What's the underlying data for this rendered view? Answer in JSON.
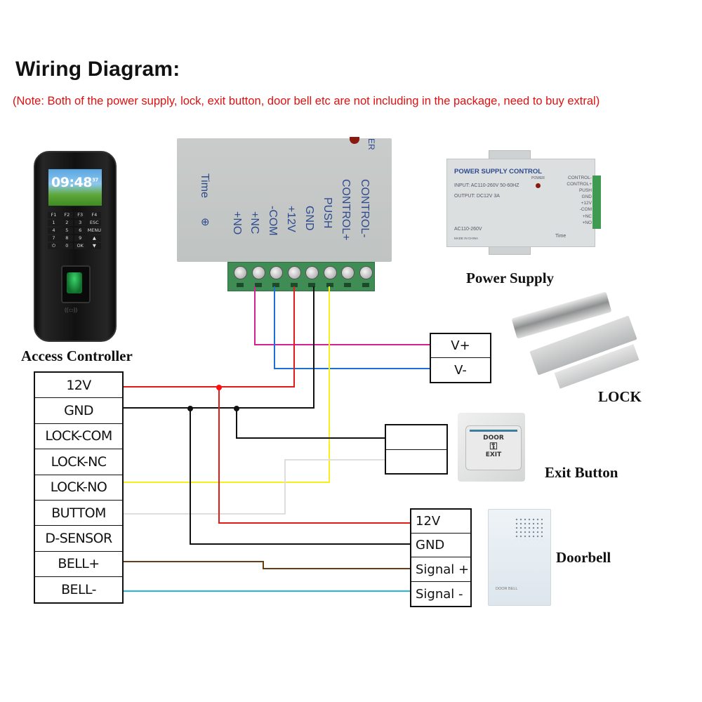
{
  "header": {
    "title": "Wiring Diagram:",
    "note": "(Note: Both of the power supply, lock, exit button, door bell etc are not including in the package, need to buy extral)"
  },
  "colors": {
    "note_text": "#e01010",
    "wire_red": "#e21a1a",
    "wire_black": "#111111",
    "wire_yellow": "#f5f01e",
    "wire_magenta": "#d3218f",
    "wire_blue": "#1c6fd6",
    "wire_light_gray": "#dedede",
    "wire_brown": "#6b3d12",
    "wire_cyan": "#25b9e0",
    "relay_label_text": "#2e4a8f"
  },
  "access_controller": {
    "caption": "Access Controller",
    "screen_time": "09:48",
    "screen_seconds": "37",
    "keys": [
      "F1",
      "F2",
      "F3",
      "F4",
      "1",
      "2",
      "3",
      "ESC",
      "4",
      "5",
      "6",
      "MENU",
      "7",
      "8",
      "9",
      "▲",
      "⏻",
      "0",
      "OK",
      "▼"
    ],
    "terminals": [
      "12V",
      "GND",
      "LOCK-COM",
      "LOCK-NC",
      "LOCK-NO",
      "BUTTOM",
      "D-SENSOR",
      "BELL+",
      "BELL-"
    ]
  },
  "relay_module": {
    "time_label": "Time",
    "corner_text": "ER",
    "terminal_labels": [
      "+NO",
      "+NC",
      "-COM",
      "+12V",
      "GND",
      "PUSH",
      "CONTROL+",
      "CONTROL-"
    ]
  },
  "power_supply": {
    "caption": "Power Supply",
    "title": "POWER SUPPLY CONTROL",
    "input": "INPUT: AC110-260V 50-60HZ",
    "output": "OUTPUT: DC12V  3A",
    "power_label": "POWER",
    "ac_label": "AC110-260V",
    "made_in": "MADE IN CHINA",
    "time_label": "Time",
    "terminal_labels": [
      "CONTROL-",
      "CONTROL+",
      "PUSH",
      "GND",
      "+12V",
      "-COM",
      "+NC",
      "+NO"
    ]
  },
  "lock": {
    "caption": "LOCK",
    "terminals": [
      "V+",
      "V-"
    ]
  },
  "exit_button": {
    "caption": "Exit Button",
    "face_top": "DOOR",
    "face_bottom": "EXIT",
    "terminals": [
      "",
      ""
    ]
  },
  "doorbell": {
    "caption": "Doorbell",
    "device_label": "DOOR BELL",
    "terminals": [
      "12V",
      "GND",
      "Signal +",
      "Signal -"
    ]
  },
  "connections": [
    {
      "from": "relay +NC",
      "to": "lock V+",
      "color": "magenta"
    },
    {
      "from": "relay -COM",
      "to": "lock V-",
      "color": "blue"
    },
    {
      "from": "relay +12V",
      "to": "controller 12V",
      "color": "red"
    },
    {
      "from": "relay GND",
      "to": "controller GND",
      "color": "black"
    },
    {
      "from": "relay PUSH",
      "to": "controller LOCK-NO",
      "color": "yellow"
    },
    {
      "from": "controller GND",
      "to": "exit button terminal 1",
      "color": "black"
    },
    {
      "from": "controller BUTTOM",
      "to": "exit button terminal 2",
      "color": "light-gray"
    },
    {
      "from": "controller 12V",
      "to": "doorbell 12V",
      "color": "red"
    },
    {
      "from": "controller GND",
      "to": "doorbell GND",
      "color": "black"
    },
    {
      "from": "controller BELL+",
      "to": "doorbell Signal +",
      "color": "brown"
    },
    {
      "from": "controller BELL-",
      "to": "doorbell Signal -",
      "color": "cyan"
    }
  ]
}
